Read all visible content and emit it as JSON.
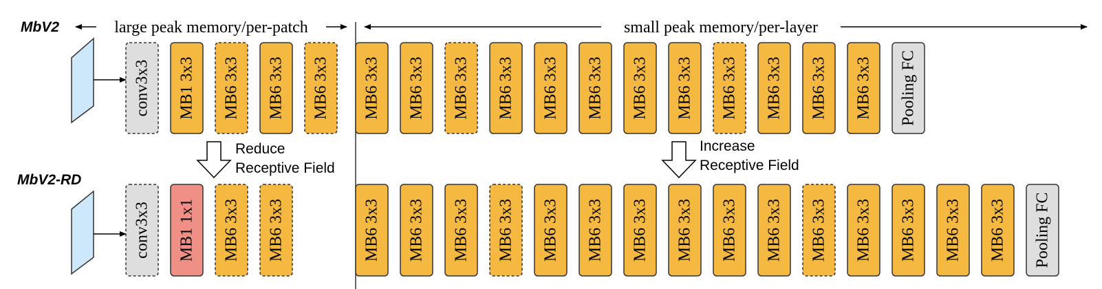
{
  "colors": {
    "mb_block": "#F5B942",
    "mb_reduced": "#EF8F86",
    "conv_block": "#DEDEDE",
    "pooling_block": "#DEDEDE",
    "input_plane": "#CDE8FA",
    "stroke": "#333333"
  },
  "labels": {
    "top_model": "MbV2",
    "bottom_model": "MbV2-RD",
    "per_patch": "large peak memory/per-patch",
    "per_layer": "small peak memory/per-layer"
  },
  "annotations": {
    "reduce": [
      "Reduce",
      "Receptive Field"
    ],
    "increase": [
      "Increase",
      "Receptive Field"
    ]
  },
  "rows": [
    {
      "name": "MbV2",
      "blocks": [
        {
          "text": "conv3x3",
          "kind": "conv",
          "dashed": true
        },
        {
          "text": "MB1 3x3",
          "kind": "mb",
          "dashed": false
        },
        {
          "text": "MB6 3x3",
          "kind": "mb",
          "dashed": true
        },
        {
          "text": "MB6 3x3",
          "kind": "mb",
          "dashed": false
        },
        {
          "text": "MB6 3x3",
          "kind": "mb",
          "dashed": true
        },
        {
          "text": "MB6 3x3",
          "kind": "mb",
          "dashed": false
        },
        {
          "text": "MB6 3x3",
          "kind": "mb",
          "dashed": false
        },
        {
          "text": "MB6 3x3",
          "kind": "mb",
          "dashed": true
        },
        {
          "text": "MB6 3x3",
          "kind": "mb",
          "dashed": false
        },
        {
          "text": "MB6 3x3",
          "kind": "mb",
          "dashed": false
        },
        {
          "text": "MB6 3x3",
          "kind": "mb",
          "dashed": false
        },
        {
          "text": "MB6 3x3",
          "kind": "mb",
          "dashed": false
        },
        {
          "text": "MB6 3x3",
          "kind": "mb",
          "dashed": false
        },
        {
          "text": "MB6 3x3",
          "kind": "mb",
          "dashed": true
        },
        {
          "text": "MB6 3x3",
          "kind": "mb",
          "dashed": false
        },
        {
          "text": "MB6 3x3",
          "kind": "mb",
          "dashed": false
        },
        {
          "text": "MB6 3x3",
          "kind": "mb",
          "dashed": false
        },
        {
          "text": "Pooling FC",
          "kind": "pool",
          "dashed": false
        }
      ]
    },
    {
      "name": "MbV2-RD",
      "blocks": [
        {
          "text": "conv3x3",
          "kind": "conv",
          "dashed": true
        },
        {
          "text": "MB1 1x1",
          "kind": "reduced",
          "dashed": false
        },
        {
          "text": "MB6 3x3",
          "kind": "mb",
          "dashed": true
        },
        {
          "text": "MB6 3x3",
          "kind": "mb",
          "dashed": true
        },
        {
          "text": "MB6 3x3",
          "kind": "mb",
          "dashed": false
        },
        {
          "text": "MB6 3x3",
          "kind": "mb",
          "dashed": false
        },
        {
          "text": "MB6 3x3",
          "kind": "mb",
          "dashed": false
        },
        {
          "text": "MB6 3x3",
          "kind": "mb",
          "dashed": true
        },
        {
          "text": "MB6 3x3",
          "kind": "mb",
          "dashed": false
        },
        {
          "text": "MB6 3x3",
          "kind": "mb",
          "dashed": false
        },
        {
          "text": "MB6 3x3",
          "kind": "mb",
          "dashed": false
        },
        {
          "text": "MB6 3x3",
          "kind": "mb",
          "dashed": false
        },
        {
          "text": "MB6 3x3",
          "kind": "mb",
          "dashed": false
        },
        {
          "text": "MB6 3x3",
          "kind": "mb",
          "dashed": false
        },
        {
          "text": "MB6 3x3",
          "kind": "mb",
          "dashed": true
        },
        {
          "text": "MB6 3x3",
          "kind": "mb",
          "dashed": false
        },
        {
          "text": "MB6 3x3",
          "kind": "mb",
          "dashed": false
        },
        {
          "text": "MB6 3x3",
          "kind": "mb",
          "dashed": false
        },
        {
          "text": "MB6 3x3",
          "kind": "mb",
          "dashed": false
        },
        {
          "text": "Pooling FC",
          "kind": "pool",
          "dashed": false
        }
      ]
    }
  ]
}
